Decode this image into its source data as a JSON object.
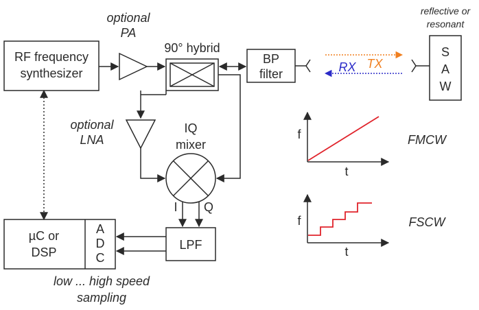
{
  "blocks": {
    "synth_line1": "RF frequency",
    "synth_line2": "synthesizer",
    "pa_line1": "optional",
    "pa_line2": "PA",
    "hybrid": "90° hybrid",
    "bp_line1": "BP",
    "bp_line2": "filter",
    "refl_line1": "reflective or",
    "refl_line2": "resonant",
    "saw_s": "S",
    "saw_a": "A",
    "saw_w": "W",
    "tx": "TX",
    "rx": "RX",
    "lna_line1": "optional",
    "lna_line2": "LNA",
    "mixer_line1": "IQ",
    "mixer_line2": "mixer",
    "i": "I",
    "q": "Q",
    "lpf": "LPF",
    "uc_line1": "µC or",
    "uc_line2": "DSP",
    "adc_a": "A",
    "adc_d": "D",
    "adc_c": "C",
    "sampling_line1": "low ... high speed",
    "sampling_line2": "sampling"
  },
  "plots": {
    "fmcw_title": "FMCW",
    "fmcw_ylabel": "f",
    "fmcw_xlabel": "t",
    "fscw_title": "FSCW",
    "fscw_ylabel": "f",
    "fscw_xlabel": "t"
  },
  "colors": {
    "line": "#2a2a2a",
    "tx": "#f07f1f",
    "rx": "#2b2bc8",
    "signal": "#e0232b"
  }
}
